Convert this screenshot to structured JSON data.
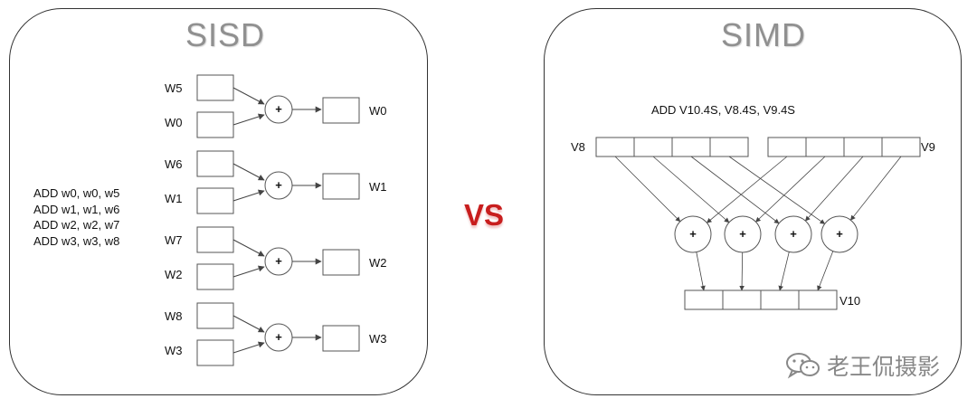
{
  "sisd": {
    "title": "SISD",
    "code_lines": [
      "ADD w0, w0, w5",
      "ADD w1, w1, w6",
      "ADD w2, w2, w7",
      "ADD w3, w3, w8"
    ],
    "groups": [
      {
        "in_top": "W5",
        "in_bottom": "W0",
        "out": "W0"
      },
      {
        "in_top": "W6",
        "in_bottom": "W1",
        "out": "W1"
      },
      {
        "in_top": "W7",
        "in_bottom": "W2",
        "out": "W2"
      },
      {
        "in_top": "W8",
        "in_bottom": "W3",
        "out": "W3"
      }
    ],
    "adder_symbol": "+"
  },
  "vs_label": "VS",
  "simd": {
    "title": "SIMD",
    "instruction": "ADD V10.4S, V8.4S, V9.4S",
    "left_register": "V8",
    "right_register": "V9",
    "result_register": "V10",
    "lanes": 4,
    "adder_symbol": "+"
  },
  "watermark": {
    "icon": "wechat-icon",
    "text": "老王侃摄影"
  }
}
